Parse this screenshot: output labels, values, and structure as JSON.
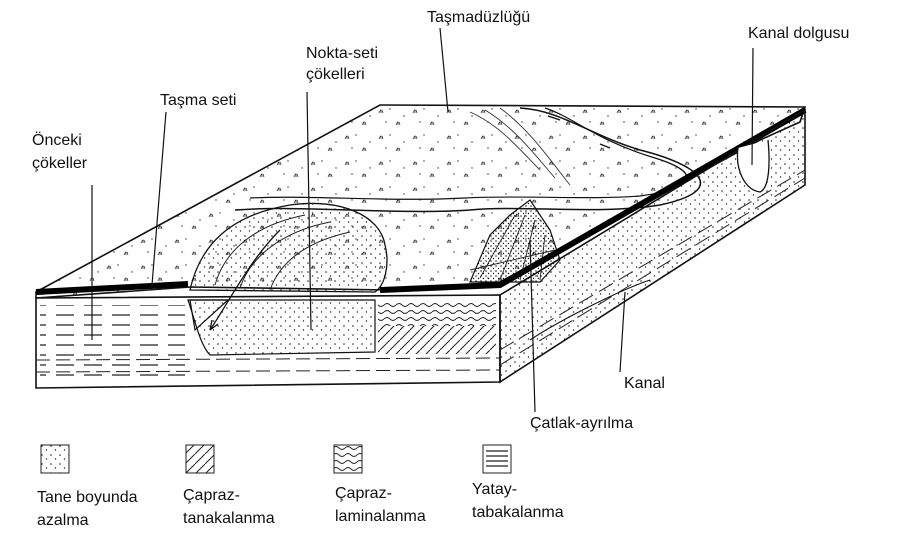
{
  "labels": {
    "tasmaduzlugu": "Taşmadüzlüğü",
    "kanal_dolgusu": "Kanal dolgusu",
    "nokta_seti_1": "Nokta-seti",
    "nokta_seti_2": "çökelleri",
    "tasma_seti": "Taşma seti",
    "onceki_1": "Önceki",
    "onceki_2": "çökeller",
    "kanal": "Kanal",
    "catlak": "Çatlak-ayrılma"
  },
  "legend": [
    {
      "icon": "dotted-pattern-icon",
      "line1": "Tane boyunda",
      "line2": "azalma"
    },
    {
      "icon": "cross-bedding-pattern-icon",
      "line1": "Çapraz-",
      "line2": "tanakalanma"
    },
    {
      "icon": "cross-lamination-pattern-icon",
      "line1": "Çapraz-",
      "line2": "laminalanma"
    },
    {
      "icon": "horizontal-bedding-pattern-icon",
      "line1": "Yatay-",
      "line2": "tabakalanma"
    }
  ]
}
